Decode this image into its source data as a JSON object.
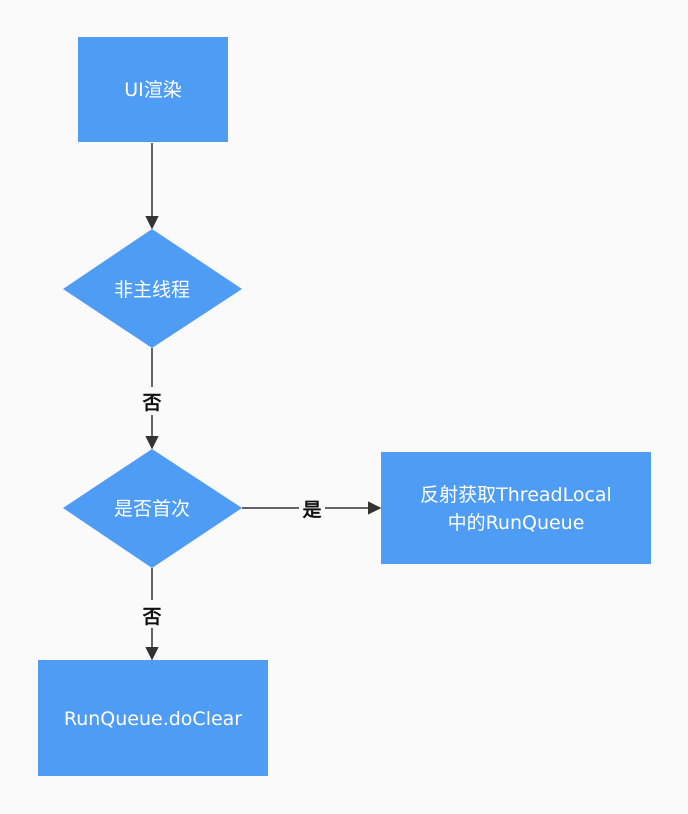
{
  "colors": {
    "node_fill": "#4f9cf5",
    "edge": "#333333",
    "background": "#fafafa"
  },
  "nodes": {
    "ui_render": {
      "label": "UI渲染"
    },
    "non_main_thread": {
      "label": "非主线程"
    },
    "first_time": {
      "label": "是否首次"
    },
    "reflect_runqueue": {
      "line1": "反射获取ThreadLocal",
      "line2": "中的RunQueue"
    },
    "do_clear": {
      "label": "RunQueue.doClear"
    }
  },
  "edges": {
    "non_main_to_first": {
      "label": "否"
    },
    "first_to_reflect": {
      "label": "是"
    },
    "first_to_clear": {
      "label": "否"
    }
  }
}
